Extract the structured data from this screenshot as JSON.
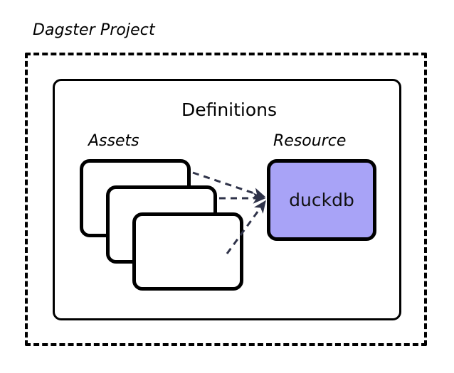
{
  "diagram": {
    "title": "Dagster Project",
    "background_color": "#ffffff",
    "stroke_color": "#000000",
    "edge_color": "#2f3349",
    "accent_color": "#a8a3f7",
    "containers": {
      "project": {
        "label": "Dagster Project",
        "border_style": "dashed",
        "label_style": "italic"
      },
      "definitions": {
        "label": "Definitions",
        "border_style": "solid",
        "label_style": "normal"
      }
    },
    "groups": {
      "assets": {
        "label": "Assets",
        "label_style": "italic",
        "cards": [
          {
            "name": "asset-card-back"
          },
          {
            "name": "asset-card-middle"
          },
          {
            "name": "asset-card-front"
          }
        ]
      },
      "resource": {
        "label": "Resource",
        "label_style": "italic",
        "node_label": "duckdb",
        "node_fill": "#a8a3f7"
      }
    },
    "edges": [
      {
        "from": "asset-card-back",
        "to": "duckdb",
        "style": "dashed",
        "arrow": "end"
      },
      {
        "from": "asset-card-middle",
        "to": "duckdb",
        "style": "dashed",
        "arrow": "end"
      },
      {
        "from": "asset-card-front",
        "to": "duckdb",
        "style": "dashed",
        "arrow": "end"
      }
    ]
  }
}
